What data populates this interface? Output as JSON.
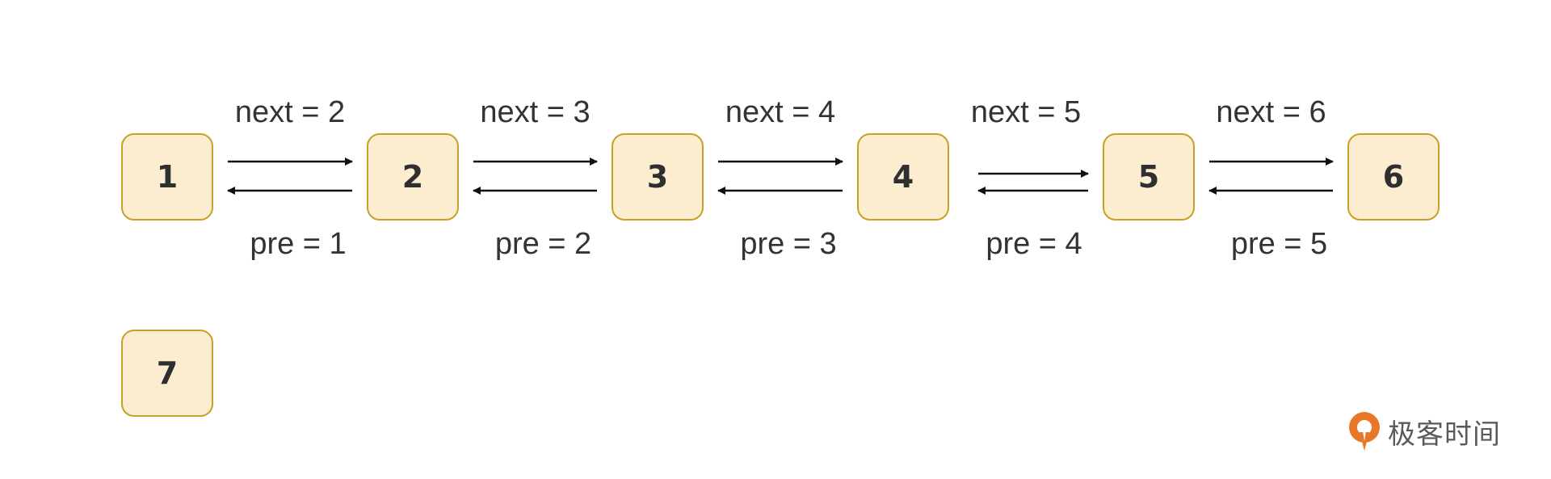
{
  "nodes": [
    {
      "id": "n1",
      "label": "1"
    },
    {
      "id": "n2",
      "label": "2"
    },
    {
      "id": "n3",
      "label": "3"
    },
    {
      "id": "n4",
      "label": "4"
    },
    {
      "id": "n5",
      "label": "5"
    },
    {
      "id": "n6",
      "label": "6"
    },
    {
      "id": "n7",
      "label": "7"
    }
  ],
  "edges": [
    {
      "from": "n1",
      "to": "n2",
      "next_label": "next = 2",
      "pre_label": "pre = 1"
    },
    {
      "from": "n2",
      "to": "n3",
      "next_label": "next = 3",
      "pre_label": "pre = 2"
    },
    {
      "from": "n3",
      "to": "n4",
      "next_label": "next = 4",
      "pre_label": "pre = 3"
    },
    {
      "from": "n4",
      "to": "n5",
      "next_label": "next = 5",
      "pre_label": "pre = 4"
    },
    {
      "from": "n5",
      "to": "n6",
      "next_label": "next = 6",
      "pre_label": "pre = 5"
    }
  ],
  "colors": {
    "node_fill": "#fcecd0",
    "node_border": "#c6a126",
    "text": "#333333",
    "arrow": "#111111",
    "logo_orange": "#e9772a",
    "logo_text": "#5a5a5a"
  },
  "brand": {
    "icon": "jikeshijian-logo-icon",
    "text": "极客时间"
  }
}
